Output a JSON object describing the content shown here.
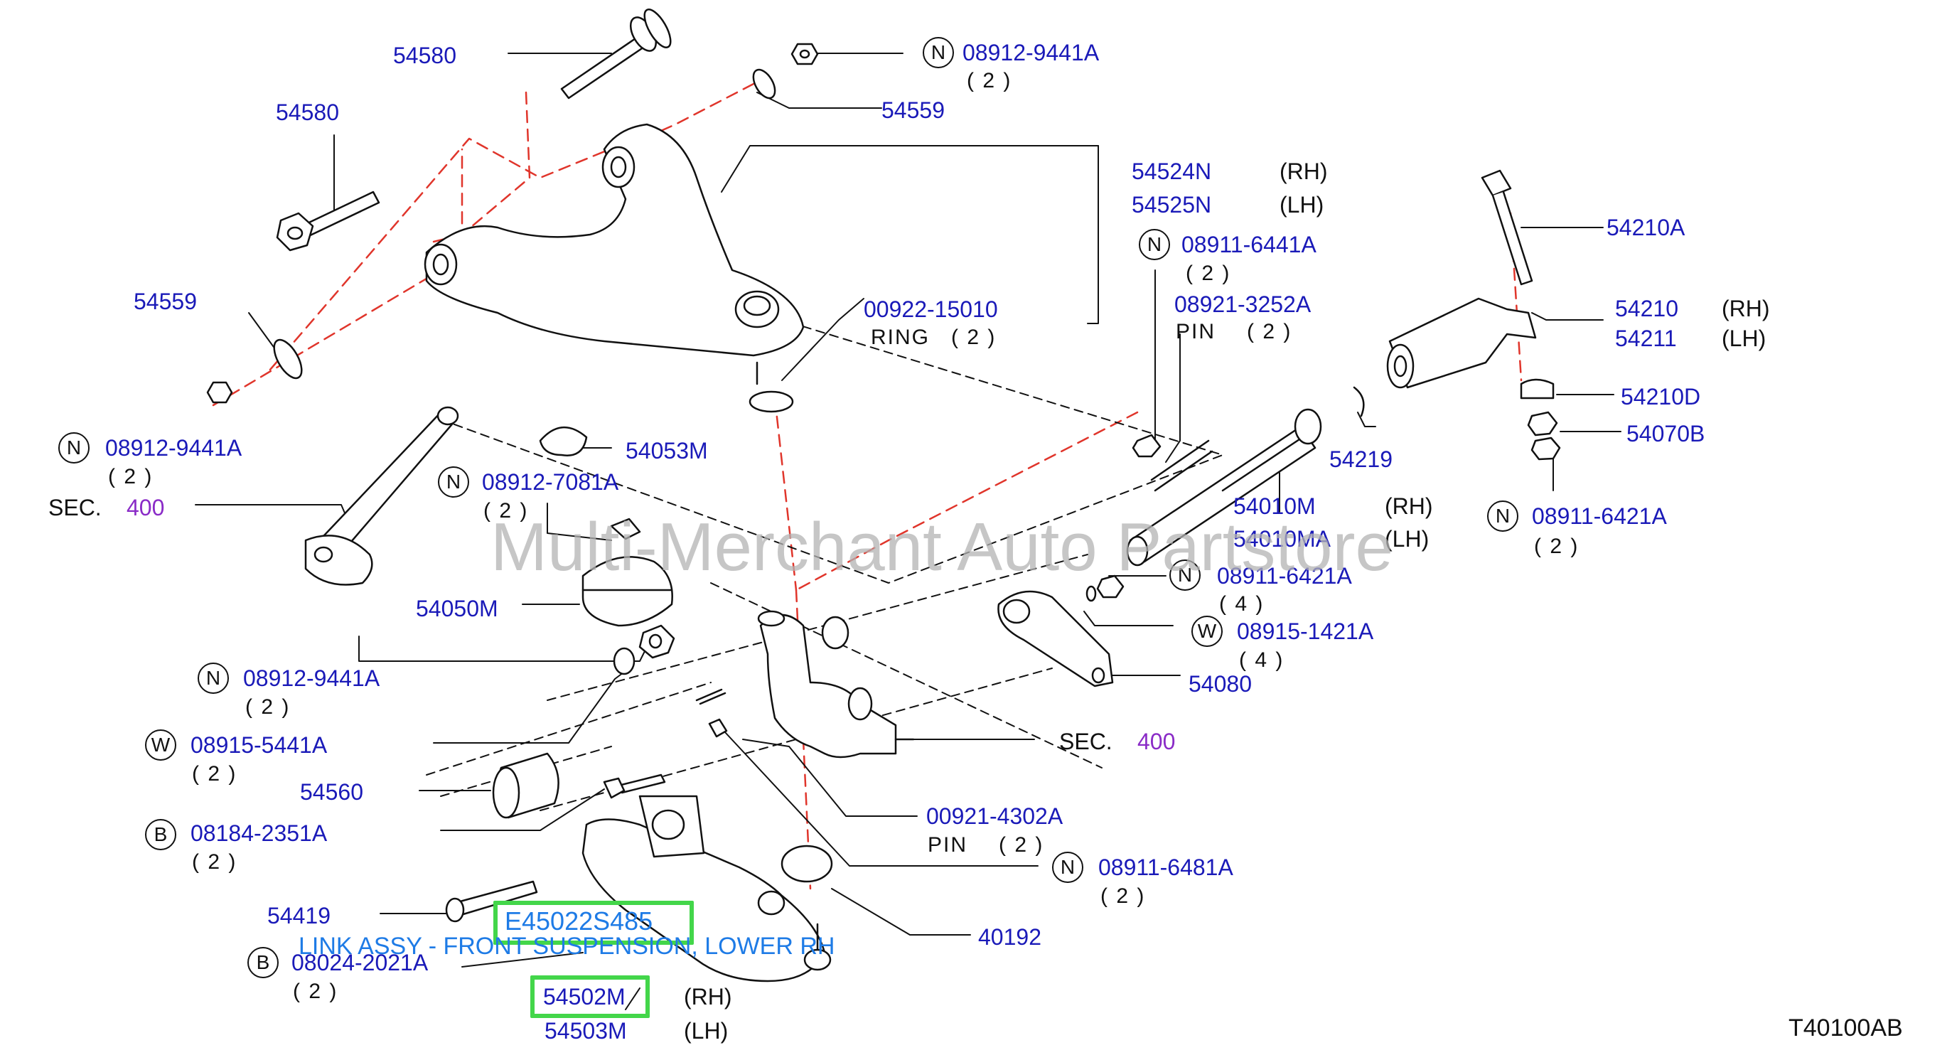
{
  "watermark": "Multi-Merchant Auto Partstore",
  "diagram_code": "T40100AB",
  "highlight": {
    "part_code": "E45022S485",
    "description": "LINK ASSY - FRONT SUSPENSION, LOWER RH"
  },
  "callouts": {
    "p54580a": "54580",
    "p54580b": "54580",
    "p54559a": "54559",
    "p54559b": "54559",
    "n08912_9441A_top": "08912-9441A",
    "n08912_9441A_left": "08912-9441A",
    "n08912_9441A_mid": "08912-9441A",
    "qty2": "( 2 )",
    "qty4": "( 4 )",
    "p54524N": "54524N",
    "p54525N": "54525N",
    "rh": "(RH)",
    "lh": "(LH)",
    "n08911_6441A": "08911-6441A",
    "p08921_3252A": "08921-3252A",
    "pin": "PIN",
    "p00922_15010": "00922-15010",
    "ring": "RING",
    "p54210A": "54210A",
    "p54210": "54210",
    "p54211": "54211",
    "p54210D": "54210D",
    "p54070B": "54070B",
    "p54219": "54219",
    "p54053M": "54053M",
    "n08912_7081A": "08912-7081A",
    "sec": "SEC.",
    "sec_num": "400",
    "p54010M": "54010M",
    "p54010MA": "54010MA",
    "n08911_6421A_a": "08911-6421A",
    "n08911_6421A_b": "08911-6421A",
    "p54050M": "54050M",
    "w08915_1421A": "08915-1421A",
    "p54080": "54080",
    "w08915_5441A": "08915-5441A",
    "p54560": "54560",
    "b08184_2351A": "08184-2351A",
    "p00921_4302A": "00921-4302A",
    "n08911_6481A": "08911-6481A",
    "p54419": "54419",
    "p40192": "40192",
    "b08024_2021A": "08024-2021A",
    "p54502M": "54502M",
    "p54503M": "54503M"
  },
  "markers": {
    "N": "N",
    "W": "W",
    "B": "B"
  }
}
